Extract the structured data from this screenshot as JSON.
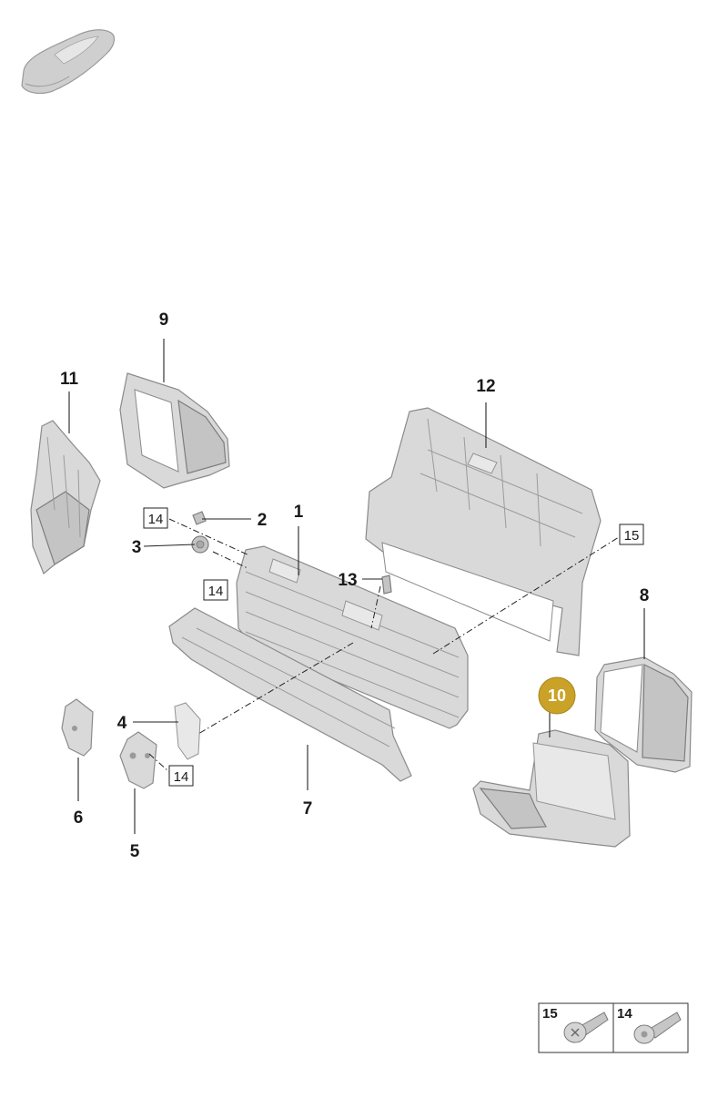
{
  "callouts": {
    "c1": "1",
    "c2": "2",
    "c3": "3",
    "c4": "4",
    "c5": "5",
    "c6": "6",
    "c7": "7",
    "c8": "8",
    "c9": "9",
    "c10": "10",
    "c11": "11",
    "c12": "12",
    "c13": "13"
  },
  "boxed_refs": {
    "b14_a": "14",
    "b14_b": "14",
    "b14_c": "14",
    "b15": "15"
  },
  "legend": {
    "fastener_15": "15",
    "fastener_14": "14"
  },
  "highlight": {
    "number": "10",
    "color": "#c9a227"
  },
  "colors": {
    "part_fill": "#d9d9d9",
    "part_stroke": "#8a8a8a"
  },
  "icons": {
    "vehicle": "car-silhouette-icon",
    "fastener_15": "bolt-flange-icon",
    "fastener_14": "bolt-torx-icon"
  }
}
